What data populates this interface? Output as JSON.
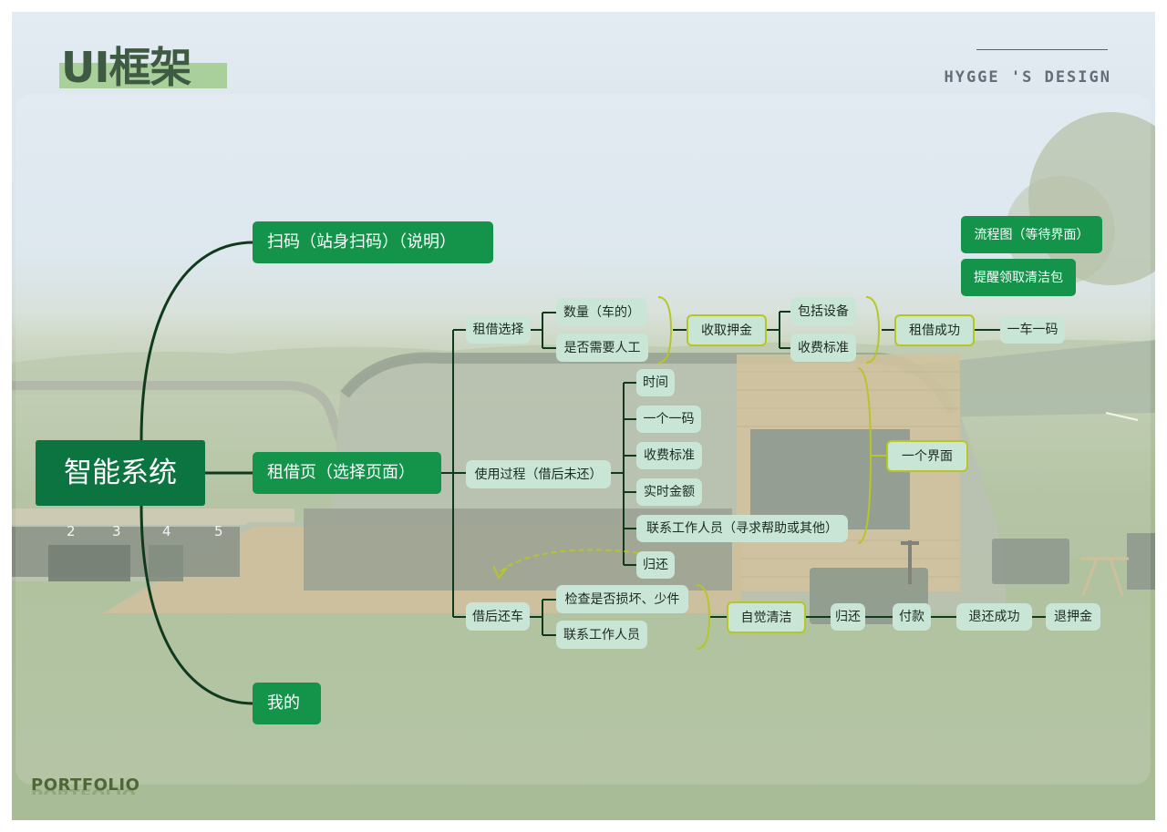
{
  "title": "UI框架",
  "brand": "HYGGE 'S DESIGN",
  "footer": "PORTFOLIO",
  "colors": {
    "root": "#0c7440",
    "level1": "#14944b",
    "leaf": "#c8e5d5",
    "wire": "#0f3a1c",
    "bracket": "#b6c626",
    "title_highlight": "#a9d09a"
  },
  "mindmap": {
    "root": "智能系统",
    "branches": {
      "scan": "扫码（站身扫码）（说明）",
      "rent_page": "租借页（选择页面）",
      "mine": "我的"
    },
    "rent_select": {
      "label": "租借选择",
      "items": [
        "数量（车的）",
        "是否需要人工"
      ],
      "deposit": "收取押金",
      "deposit_items": [
        "包括设备",
        "收费标准"
      ],
      "success": "租借成功",
      "one_code": "一车一码"
    },
    "in_use": {
      "label": "使用过程（借后未还）",
      "items": [
        "时间",
        "一个一码",
        "收费标准",
        "实时金额",
        "联系工作人员（寻求帮助或其他）",
        "归还"
      ],
      "one_screen": "一个界面"
    },
    "return_car": {
      "label": "借后还车",
      "items": [
        "检查是否损坏、少件",
        "联系工作人员"
      ],
      "self_clean": "自觉清洁",
      "steps": [
        "归还",
        "付款",
        "退还成功",
        "退押金"
      ]
    },
    "notes": [
      "流程图（等待界面）",
      "提醒领取清洁包"
    ]
  }
}
